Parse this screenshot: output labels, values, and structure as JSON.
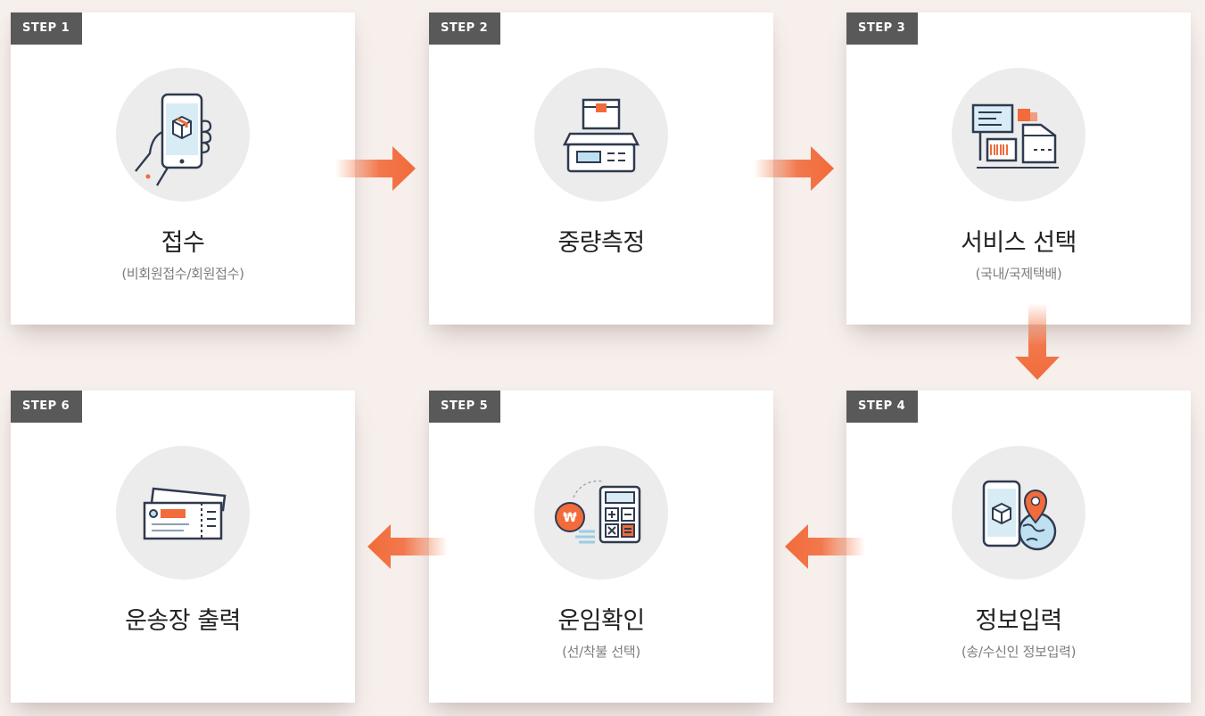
{
  "steps": [
    {
      "label": "STEP 1",
      "title": "접수",
      "subtitle": "(비회원접수/회원접수)",
      "icon": "phone-box-icon"
    },
    {
      "label": "STEP 2",
      "title": "중량측정",
      "subtitle": "",
      "icon": "scale-icon"
    },
    {
      "label": "STEP 3",
      "title": "서비스 선택",
      "subtitle": "(국내/국제택배)",
      "icon": "service-store-icon"
    },
    {
      "label": "STEP 4",
      "title": "정보입력",
      "subtitle": "(송/수신인 정보입력)",
      "icon": "location-globe-icon"
    },
    {
      "label": "STEP 5",
      "title": "운임확인",
      "subtitle": "(선/착불 선택)",
      "icon": "calculator-won-icon"
    },
    {
      "label": "STEP 6",
      "title": "운송장 출력",
      "subtitle": "",
      "icon": "waybill-ticket-icon"
    }
  ],
  "colors": {
    "accent": "#f26b3a",
    "navy": "#2f3a4f",
    "badge": "#595959"
  }
}
